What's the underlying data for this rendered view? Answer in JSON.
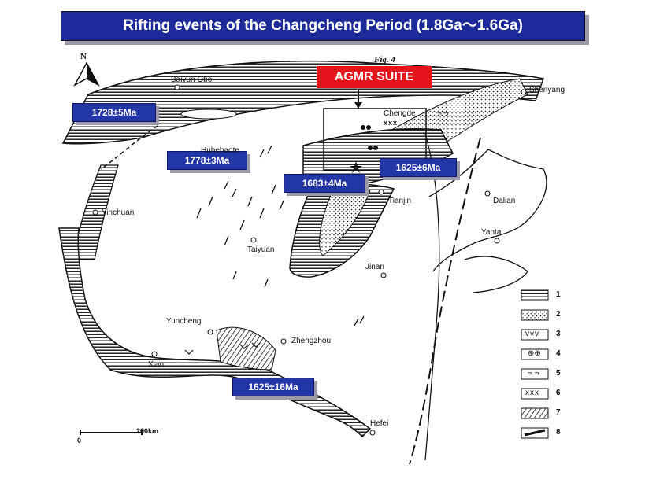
{
  "title": "Rifting events of the Changcheng Period (1.8Ga～1.6Ga)",
  "figure_label": "Fig. 4",
  "north_label": "N",
  "agmr_label": "AGMR SUITE",
  "ages": {
    "a1728": "1728±5Ma",
    "a1778": "1778±3Ma",
    "a1683": "1683±4Ma",
    "a1625a": "1625±6Ma",
    "a1625b": "1625±16Ma"
  },
  "places": {
    "baiyun_obo": "Baiyun Obo",
    "shenyang": "Shenyang",
    "chengde": "Chengde",
    "huhehaote": "Huhehaote",
    "tianjin": "Tianjin",
    "dalian": "Dalian",
    "yinchuan": "Yinchuan",
    "taiyuan": "Taiyuan",
    "yantai": "Yantai",
    "jinan": "Jinan",
    "yuncheng": "Yuncheng",
    "zhengzhou": "Zhengzhou",
    "xian": "Xian",
    "hefei": "Hefei"
  },
  "scale": {
    "start": "0",
    "end": "200km"
  },
  "legend": [
    "1",
    "2",
    "3",
    "4",
    "5",
    "6",
    "7",
    "8"
  ],
  "legend_symbols": {
    "s3": "vvv",
    "s4": "⊕⊕",
    "s5": "¬ ¬",
    "s6": "xxx"
  },
  "colors": {
    "title_bg": "#1d2a99",
    "label_bg": "#2236a6",
    "agmr_bg": "#e3141a"
  }
}
